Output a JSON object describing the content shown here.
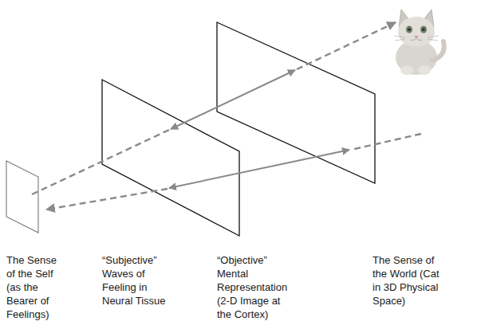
{
  "diagram": {
    "labels": [
      "The Sense of the Self (as the Bearer of Feelings)",
      "“Subjective” Waves of Feeling in Neural Tissue",
      "“Objective” Mental Representation (2-D Image at the Cortex)",
      "The Sense of the World (Cat in 3D Physical Space)"
    ]
  }
}
